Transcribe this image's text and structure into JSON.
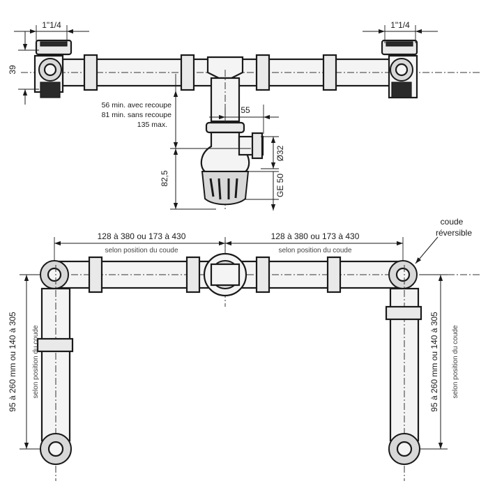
{
  "top_view": {
    "thread_left": "1\"1/4",
    "thread_right": "1\"1/4",
    "height_39": "39",
    "offset_55": "55",
    "offset_lines": [
      "56 min. avec recoupe",
      "81 min. sans recoupe",
      "135 max."
    ],
    "height_825": "82,5",
    "dia_32": "Ø32",
    "ge_50": "GE 50"
  },
  "bottom_view": {
    "span_left": "128 à 380 ou 173 à 430",
    "span_left_note": "selon position du coude",
    "span_right": "128 à 380 ou 173 à 430",
    "span_right_note": "selon position du coude",
    "vertical_left": "95 à 260 mm ou 140 à 305",
    "vertical_left_note": "selon position du coude",
    "vertical_right": "95 à 260 mm ou 140 à 305",
    "vertical_right_note": "selon position du coude",
    "elbow_callout": [
      "coude",
      "réversible"
    ]
  }
}
